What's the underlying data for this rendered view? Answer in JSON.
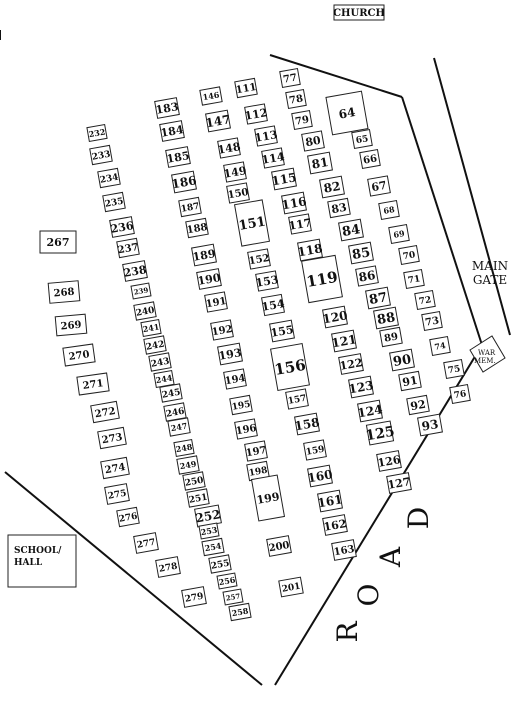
{
  "labels": {
    "church": "CHURCH",
    "main_gate_line1": "MAIN",
    "main_gate_line2": "GATE",
    "school_line1": "SCHOOL/",
    "school_line2": "HALL",
    "war_mem_line1": "WAR",
    "war_mem_line2": "MEM.",
    "road_letters": [
      "R",
      "O",
      "A",
      "D"
    ]
  },
  "plots": [
    "77",
    "78",
    "79",
    "80",
    "81",
    "82",
    "83",
    "84",
    "85",
    "86",
    "87",
    "88",
    "89",
    "90",
    "91",
    "92",
    "93",
    "64",
    "65",
    "66",
    "67",
    "68",
    "69",
    "70",
    "71",
    "72",
    "73",
    "74",
    "75",
    "76",
    "111",
    "112",
    "113",
    "114",
    "115",
    "116",
    "117",
    "118",
    "119",
    "120",
    "121",
    "122",
    "123",
    "124",
    "125",
    "126",
    "127",
    "146",
    "147",
    "148",
    "149",
    "150",
    "151",
    "152",
    "153",
    "154",
    "155",
    "156",
    "157",
    "158",
    "159",
    "160",
    "161",
    "162",
    "163",
    "183",
    "184",
    "185",
    "186",
    "187",
    "188",
    "189",
    "190",
    "191",
    "192",
    "193",
    "194",
    "195",
    "196",
    "197",
    "198",
    "199",
    "200",
    "201",
    "232",
    "233",
    "234",
    "235",
    "236",
    "237",
    "238",
    "239",
    "240",
    "241",
    "242",
    "243",
    "244",
    "245",
    "246",
    "247",
    "248",
    "249",
    "250",
    "251",
    "252",
    "253",
    "254",
    "255",
    "256",
    "257",
    "258",
    "267",
    "268",
    "269",
    "270",
    "271",
    "272",
    "273",
    "274",
    "275",
    "276",
    "277",
    "278",
    "279"
  ]
}
